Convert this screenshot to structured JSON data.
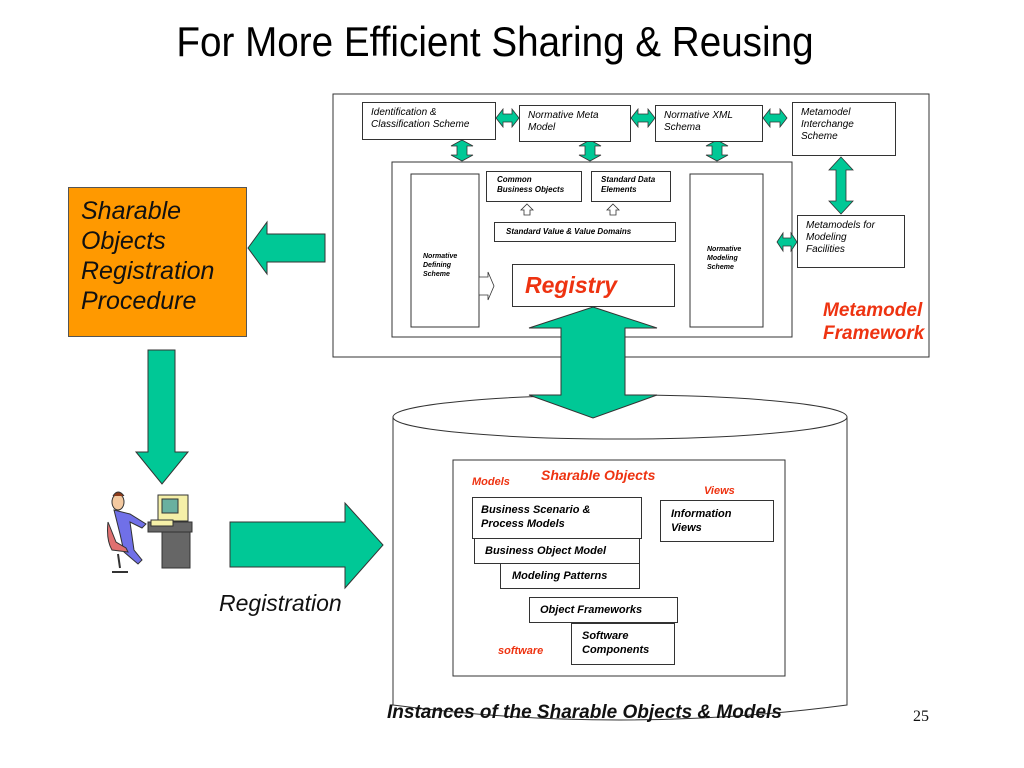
{
  "slide": {
    "title": "For More Efficient Sharing & Reusing",
    "page_number": "25",
    "caption": "Instances of the Sharable Objects & Models"
  },
  "colors": {
    "arrow_fill": "#00c896",
    "procedure_box": "#ff9900",
    "accent_red": "#ee3311"
  },
  "procedure": {
    "lines": [
      "Sharable",
      "Objects",
      "Registration",
      "Procedure"
    ]
  },
  "registration_label": "Registration",
  "metamodel_framework": {
    "label_line1": "Metamodel",
    "label_line2": "Framework",
    "top_boxes": [
      {
        "line1": "Identification &",
        "line2": "Classification Scheme"
      },
      {
        "line1": "Normative Meta",
        "line2": "Model"
      },
      {
        "line1": "Normative XML",
        "line2": "Schema"
      },
      {
        "line1": "Metamodel",
        "line2": "Interchange",
        "line3": "Scheme"
      }
    ],
    "facilities": {
      "line1": "Metamodels for",
      "line2": "Modeling",
      "line3": "Facilities"
    },
    "inner": {
      "defining_scheme": {
        "line1": "Normative",
        "line2": "Defining",
        "line3": "Scheme"
      },
      "modeling_scheme": {
        "line1": "Normative",
        "line2": "Modeling",
        "line3": "Scheme"
      },
      "common_business_objects": {
        "line1": "Common",
        "line2": "Business Objects"
      },
      "standard_data_elements": {
        "line1": "Standard Data",
        "line2": "Elements"
      },
      "standard_value": "Standard Value & Value Domains",
      "registry": "Registry"
    }
  },
  "repository": {
    "title": "Sharable Objects",
    "models_label": "Models",
    "views_label": "Views",
    "software_label": "software",
    "items": {
      "business_scenario": {
        "line1": "Business Scenario &",
        "line2": "Process Models"
      },
      "business_object_model": "Business Object Model",
      "modeling_patterns": "Modeling Patterns",
      "information_views": {
        "line1": "Information",
        "line2": "Views"
      },
      "object_frameworks": "Object Frameworks",
      "software_components": {
        "line1": "Software",
        "line2": "Components"
      }
    }
  }
}
